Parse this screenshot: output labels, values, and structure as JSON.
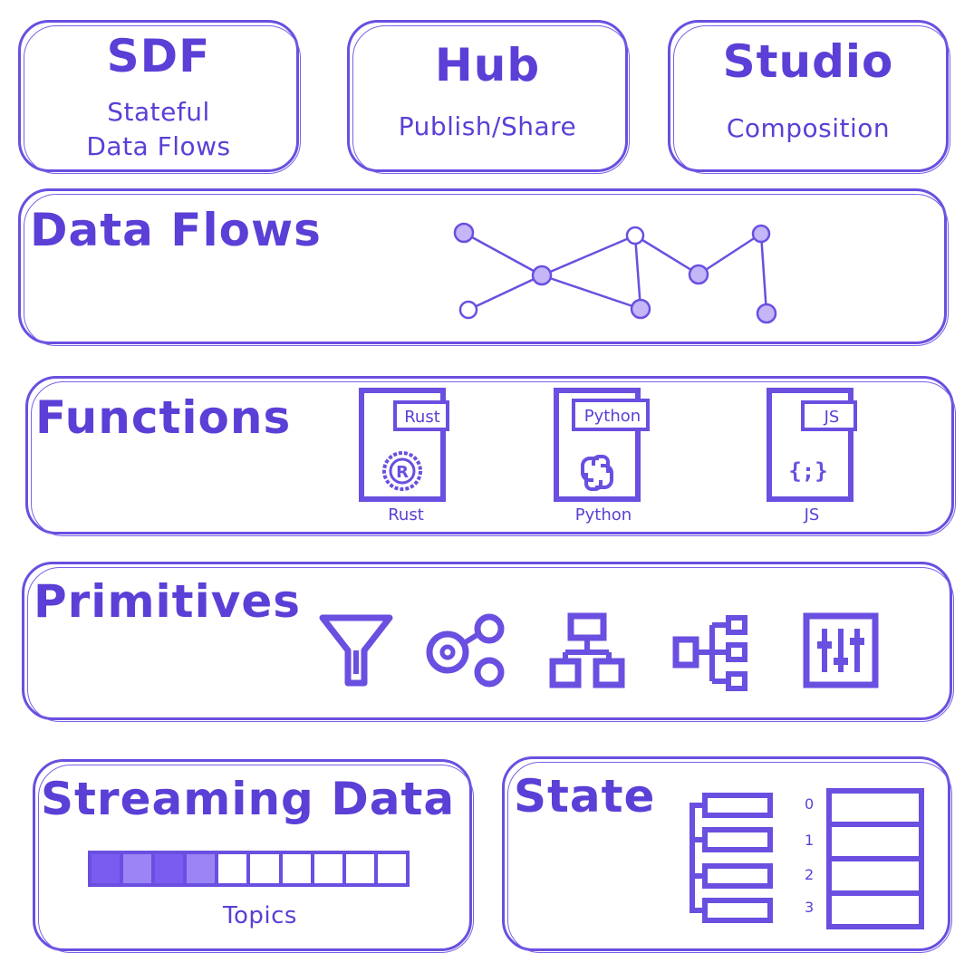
{
  "top": {
    "sdf": {
      "title": "SDF",
      "line1": "Stateful",
      "line2": "Data Flows"
    },
    "hub": {
      "title": "Hub",
      "subtitle": "Publish/Share"
    },
    "studio": {
      "title": "Studio",
      "subtitle": "Composition"
    }
  },
  "dataflows": {
    "title": "Data Flows"
  },
  "functions": {
    "title": "Functions",
    "items": [
      {
        "tag": "Rust",
        "label": "Rust",
        "icon": "rust-logo-icon"
      },
      {
        "tag": "Python",
        "label": "Python",
        "icon": "python-logo-icon"
      },
      {
        "tag": "JS",
        "label": "JS",
        "icon": "js-braces-icon"
      }
    ]
  },
  "primitives": {
    "title": "Primitives",
    "icons": [
      "filter-funnel-icon",
      "split-nodes-icon",
      "hierarchy-icon",
      "tree-branch-icon",
      "sliders-icon"
    ]
  },
  "streaming": {
    "title": "Streaming Data",
    "caption": "Topics",
    "filled_cells": 4,
    "total_cells": 10
  },
  "state": {
    "title": "State",
    "indices": [
      "0",
      "1",
      "2",
      "3"
    ]
  },
  "colors": {
    "accent": "#6a4fe0",
    "fill_dark": "#7a5cf0",
    "fill_light": "#9b85f5",
    "node_fill": "#c4b6f7"
  }
}
